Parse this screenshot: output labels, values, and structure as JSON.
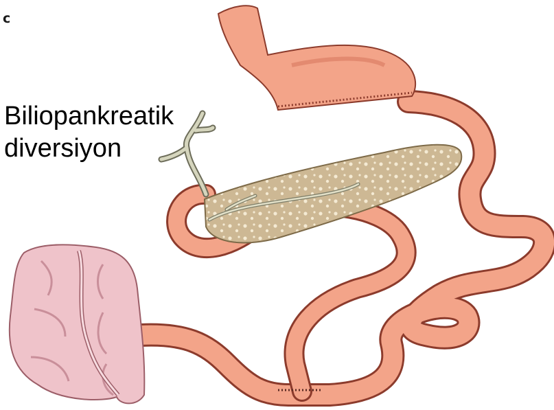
{
  "panel_letter": "c",
  "caption": {
    "line1": "Biliopankreatik",
    "line2": "diversiyon"
  },
  "colors": {
    "bowel_fill": "#f3a489",
    "bowel_outline": "#8c3b2c",
    "pancreas_fill": "#cdb894",
    "pancreas_spots": "#f4ead3",
    "duct": "#d5d5bd",
    "colon_fill": "#efc3ca",
    "colon_shade": "#c98f9a"
  },
  "icons": [
    "stomach-pouch",
    "pancreas",
    "bile-duct",
    "small-intestine-loops",
    "colon"
  ]
}
